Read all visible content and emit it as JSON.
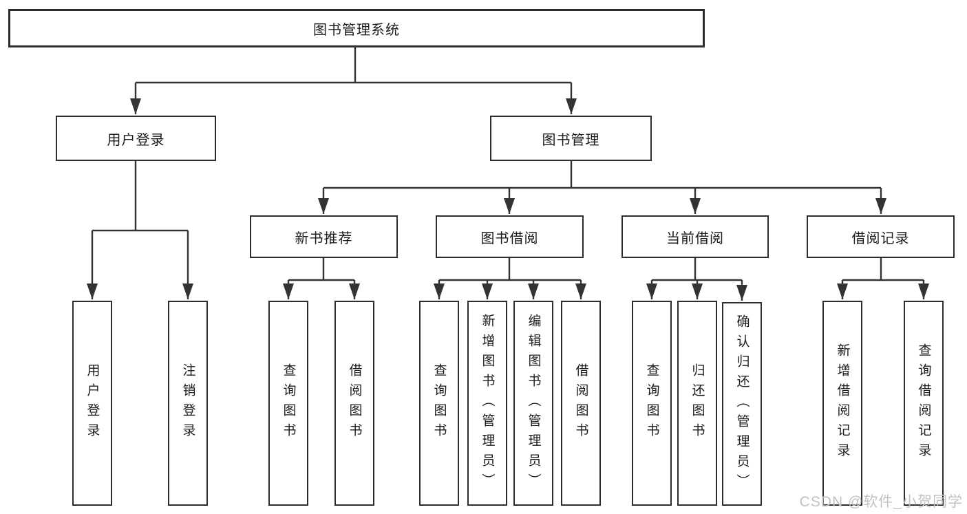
{
  "tree": {
    "label": "图书管理系统",
    "children": [
      {
        "label": "用户登录",
        "children": [
          {
            "label": "用户登录"
          },
          {
            "label": "注销登录"
          }
        ]
      },
      {
        "label": "图书管理",
        "children": [
          {
            "label": "新书推荐",
            "children": [
              {
                "label": "查询图书"
              },
              {
                "label": "借阅图书"
              }
            ]
          },
          {
            "label": "图书借阅",
            "children": [
              {
                "label": "查询图书"
              },
              {
                "label": "新增图书（管理员）"
              },
              {
                "label": "编辑图书（管理员）"
              },
              {
                "label": "借阅图书"
              }
            ]
          },
          {
            "label": "当前借阅",
            "children": [
              {
                "label": "查询图书"
              },
              {
                "label": "归还图书"
              },
              {
                "label": "确认归还（管理员）"
              }
            ]
          },
          {
            "label": "借阅记录",
            "children": [
              {
                "label": "新增借阅记录"
              },
              {
                "label": "查询借阅记录"
              }
            ]
          }
        ]
      }
    ]
  },
  "watermark": "CSDN @软件_小贺同学",
  "colors": {
    "line": "#333333",
    "box_border": "#2d2d2d",
    "text": "#1c1c1c",
    "watermark": "#c2c2c2",
    "background": "#ffffff"
  }
}
